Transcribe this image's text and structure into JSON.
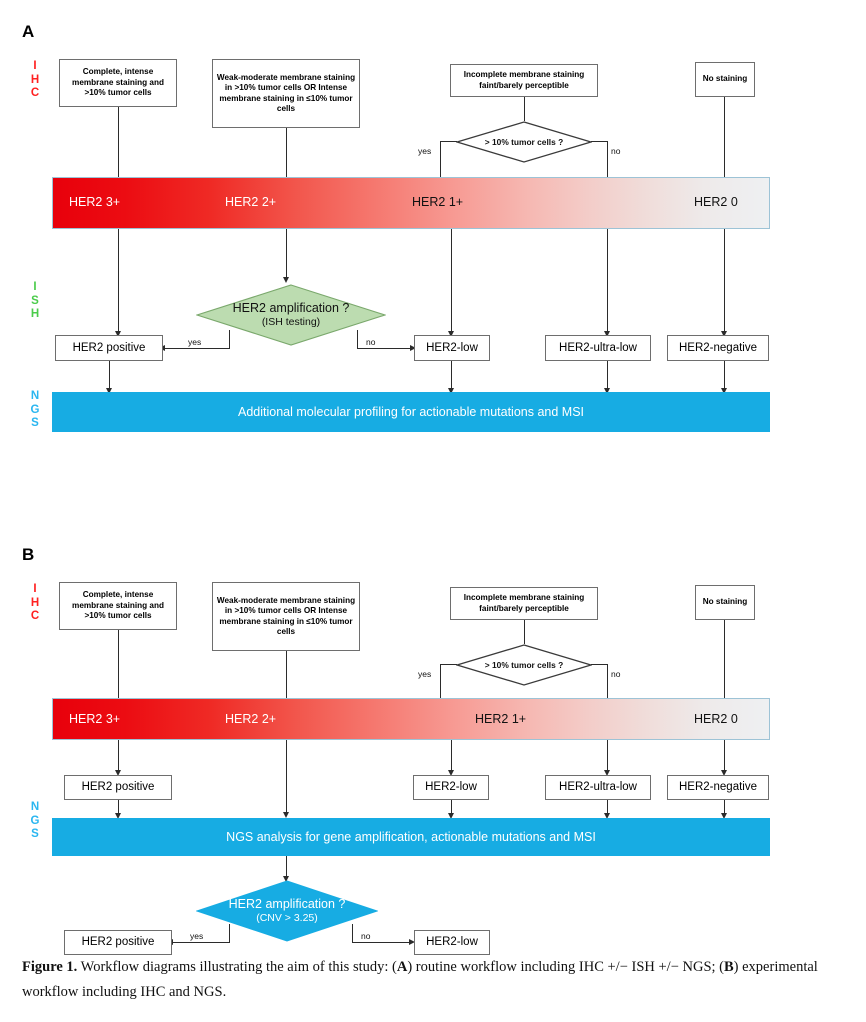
{
  "figure": {
    "caption_prefix": "Figure 1.",
    "caption_part1": " Workflow diagrams illustrating the aim of this study: (",
    "caption_a": "A",
    "caption_part2": ") routine workflow including IHC +/− ISH +/− NGS; (",
    "caption_b": "B",
    "caption_part3": ") experimental workflow including IHC and NGS."
  },
  "colors": {
    "ihc_label": "#ff2020",
    "ish_label": "#4bcc4b",
    "ngs_label": "#2ab6f0",
    "ngs_bar": "#17ace3",
    "ish_diamond": "#bcdcb0",
    "ngs_diamond": "#17ace3",
    "gradient_start": "#e8000b",
    "gradient_end": "#eef0f2"
  },
  "panelA": {
    "letter": "A",
    "side_labels": {
      "ihc": [
        "I",
        "H",
        "C"
      ],
      "ish": [
        "I",
        "S",
        "H"
      ],
      "ngs": [
        "N",
        "G",
        "S"
      ]
    },
    "ihc_criteria": [
      "Complete, intense membrane staining and >10% tumor cells",
      "Weak-moderate membrane staining in >10% tumor cells OR Intense membrane staining in ≤10% tumor cells",
      "Incomplete membrane staining faint/barely perceptible",
      "No staining"
    ],
    "decision": {
      "text": "> 10% tumor cells ?",
      "yes": "yes",
      "no": "no"
    },
    "spectrum": [
      "HER2 3+",
      "HER2 2+",
      "HER2 1+",
      "HER2 0"
    ],
    "ish_diamond": {
      "line1": "HER2 amplification ?",
      "line2": "(ISH testing)",
      "yes": "yes",
      "no": "no"
    },
    "results": [
      "HER2 positive",
      "HER2-low",
      "HER2-ultra-low",
      "HER2-negative"
    ],
    "ngs_bar": "Additional molecular profiling for actionable mutations and MSI"
  },
  "panelB": {
    "letter": "B",
    "side_labels": {
      "ihc": [
        "I",
        "H",
        "C"
      ],
      "ngs": [
        "N",
        "G",
        "S"
      ]
    },
    "ihc_criteria": [
      "Complete, intense membrane staining and >10% tumor cells",
      "Weak-moderate membrane staining in >10% tumor cells OR Intense membrane staining in ≤10% tumor cells",
      "Incomplete membrane staining faint/barely perceptible",
      "No staining"
    ],
    "decision": {
      "text": "> 10% tumor cells ?",
      "yes": "yes",
      "no": "no"
    },
    "spectrum": [
      "HER2 3+",
      "HER2 2+",
      "HER2 1+",
      "HER2 0"
    ],
    "results": [
      "HER2 positive",
      "HER2-low",
      "HER2-ultra-low",
      "HER2-negative"
    ],
    "ngs_bar": "NGS analysis for gene amplification, actionable mutations and MSI",
    "ngs_diamond": {
      "line1": "HER2 amplification ?",
      "line2": "(CNV > 3.25)",
      "yes": "yes",
      "no": "no"
    },
    "final_results": [
      "HER2 positive",
      "HER2-low"
    ]
  }
}
